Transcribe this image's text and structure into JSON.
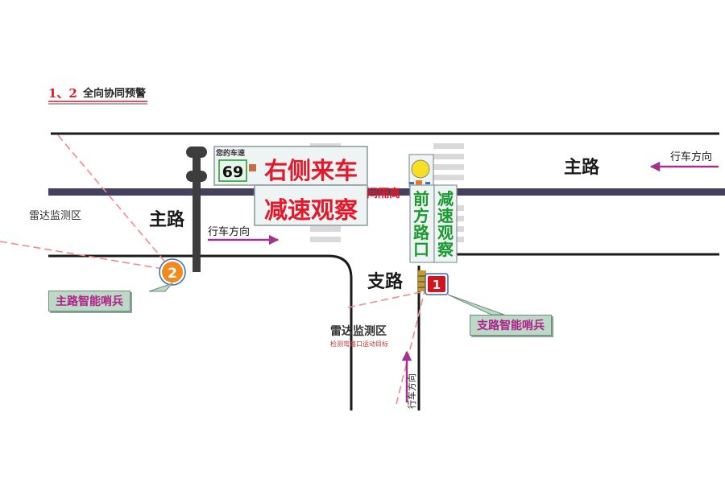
{
  "header": {
    "number": "1、2",
    "title": "全向协同预警"
  },
  "roads": {
    "main_label_left": "主路",
    "main_label_right": "主路",
    "branch_label": "支路"
  },
  "directions": {
    "main_left": "行车方向",
    "main_right": "行车方向",
    "branch": "行车方向"
  },
  "radar": {
    "left_label": "雷达监测区",
    "center_label": "雷达监测区",
    "center_sub": "检测弯路口运动目标"
  },
  "sign_left": {
    "speed_caption": "您的车速",
    "speed_value": "69",
    "line1": "右侧来车",
    "line2": "减速观察",
    "overflow_text": "间隔离"
  },
  "sign_right": {
    "col1": [
      "前",
      "方",
      "路",
      "口"
    ],
    "col2": [
      "减",
      "速",
      "观",
      "察"
    ]
  },
  "sentinels": {
    "main": {
      "number": "2",
      "label": "主路智能哨兵"
    },
    "branch": {
      "number": "1",
      "label": "支路智能哨兵"
    }
  },
  "colors": {
    "road_band": "#43415e",
    "red_text": "#e1192b",
    "green_text": "#1a9a2e",
    "arrow": "#a3328f",
    "callout_bg": "#bcd8c6",
    "radar_line": "#f28a8a",
    "orange_badge": "#f08a1e",
    "red_badge": "#d4141c"
  }
}
